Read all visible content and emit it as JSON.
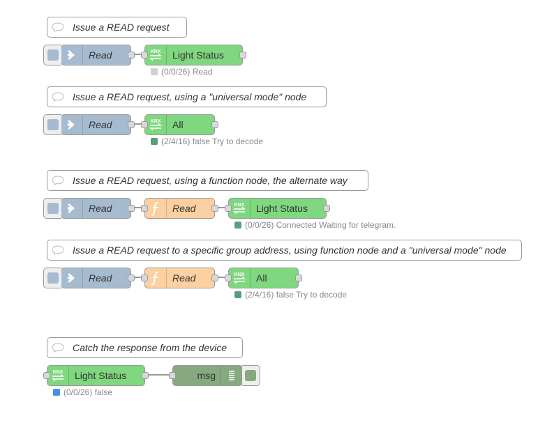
{
  "comments": [
    {
      "text": "Issue a READ request"
    },
    {
      "text": "Issue a READ request, using a \"universal mode\" node"
    },
    {
      "text": "Issue a READ request, using a function node, the alternate way"
    },
    {
      "text": "Issue a READ request to a specific group address, using function node and a \"universal mode\" node"
    },
    {
      "text": "Catch the response from the device"
    }
  ],
  "flows": [
    {
      "inject": "Read",
      "knx": "Light Status",
      "status": "(0/0/26) Read",
      "status_color": "#d0d0d0"
    },
    {
      "inject": "Read",
      "knx": "All",
      "status": "(2/4/16) false Try to decode",
      "status_color": "#5a9e7c"
    },
    {
      "inject": "Read",
      "func": "Read",
      "knx": "Light Status",
      "status": "(0/0/26) Connected Waiting for telegram.",
      "status_color": "#5a9e7c"
    },
    {
      "inject": "Read",
      "func": "Read",
      "knx": "All",
      "status": "(2/4/16) false Try to decode",
      "status_color": "#5a9e7c"
    }
  ],
  "response_flow": {
    "knx": "Light Status",
    "status": "(0/0/26) false",
    "status_color": "#4a90e2",
    "debug": "msg"
  },
  "icons": {
    "comment": "speech-bubble-icon",
    "inject": "arrow-right-icon",
    "knx": "knx-exchange-icon",
    "function": "function-f-icon",
    "debug": "list-lines-icon"
  },
  "colors": {
    "inject": "#a6bbcf",
    "knx": "#7fd77f",
    "function": "#fdd0a2",
    "debug": "#87a980",
    "wire": "#999999"
  }
}
